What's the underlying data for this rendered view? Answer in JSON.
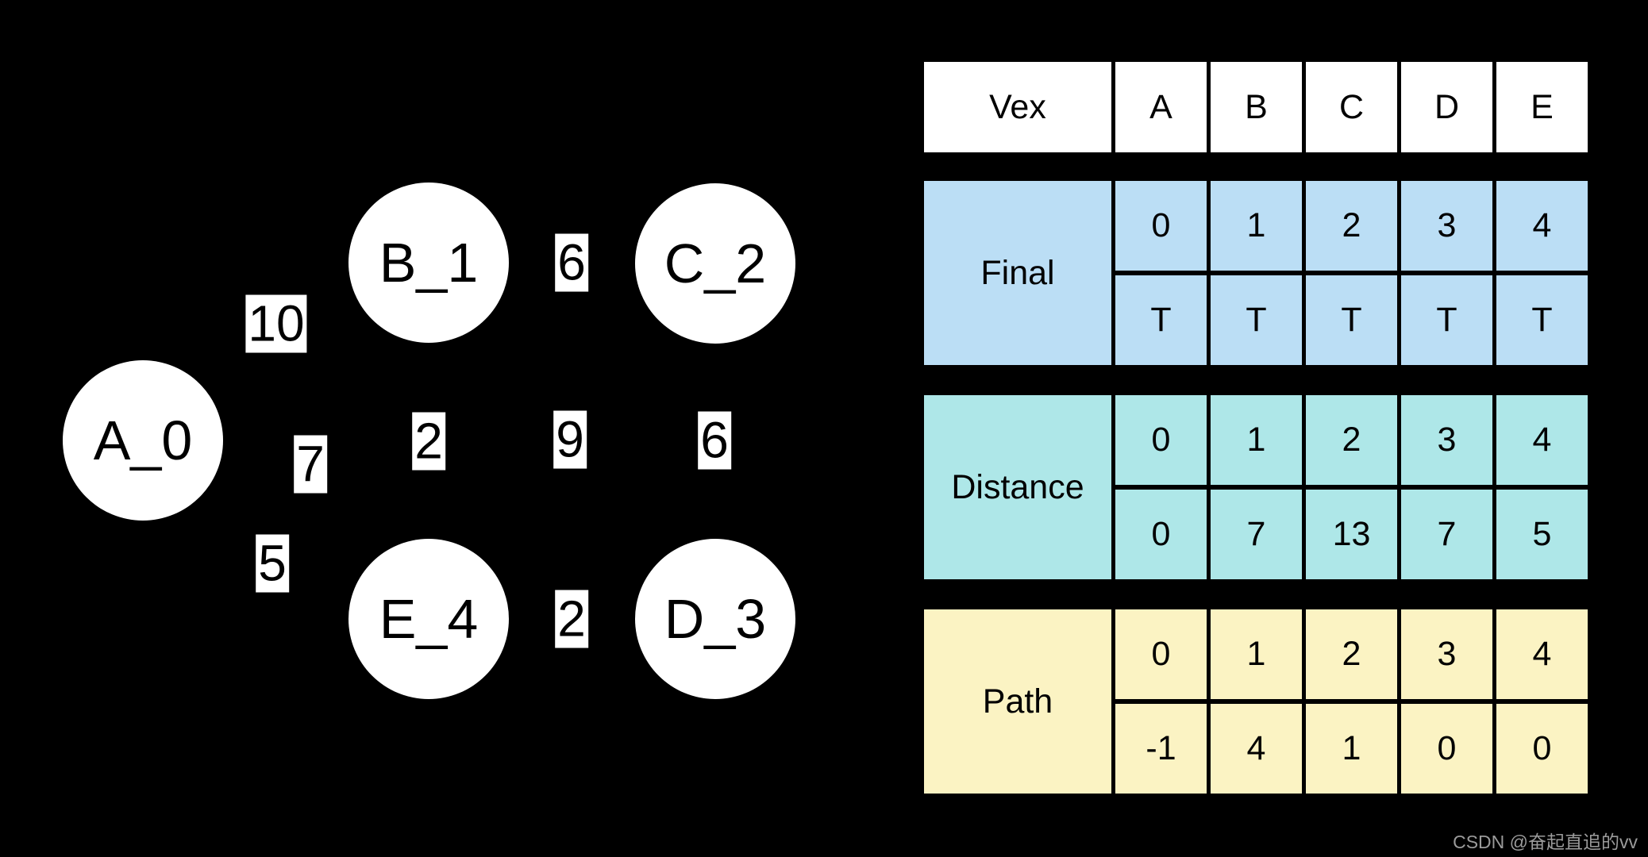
{
  "colors": {
    "background": "#000000",
    "node_fill": "#ffffff",
    "header_cell": "#ffffff",
    "final_section": "#bbdef5",
    "distance_section": "#aee7e8",
    "path_section": "#fbf3c3",
    "watermark": "#9b9b9b"
  },
  "graph": {
    "nodes": [
      {
        "label": "A_0"
      },
      {
        "label": "B_1"
      },
      {
        "label": "C_2"
      },
      {
        "label": "D_3"
      },
      {
        "label": "E_4"
      }
    ],
    "edge_weights": [
      "10",
      "6",
      "7",
      "2",
      "9",
      "6",
      "5",
      "2"
    ]
  },
  "tables": {
    "header": {
      "label": "Vex",
      "columns": [
        "A",
        "B",
        "C",
        "D",
        "E"
      ]
    },
    "sections": [
      {
        "name": "Final",
        "color": "#bbdef5",
        "indices": [
          "0",
          "1",
          "2",
          "3",
          "4"
        ],
        "values": [
          "T",
          "T",
          "T",
          "T",
          "T"
        ]
      },
      {
        "name": "Distance",
        "color": "#aee7e8",
        "indices": [
          "0",
          "1",
          "2",
          "3",
          "4"
        ],
        "values": [
          "0",
          "7",
          "13",
          "7",
          "5"
        ]
      },
      {
        "name": "Path",
        "color": "#fbf3c3",
        "indices": [
          "0",
          "1",
          "2",
          "3",
          "4"
        ],
        "values": [
          "-1",
          "4",
          "1",
          "0",
          "0"
        ]
      }
    ]
  },
  "watermark": {
    "text": "CSDN @奋起直追的vv"
  }
}
